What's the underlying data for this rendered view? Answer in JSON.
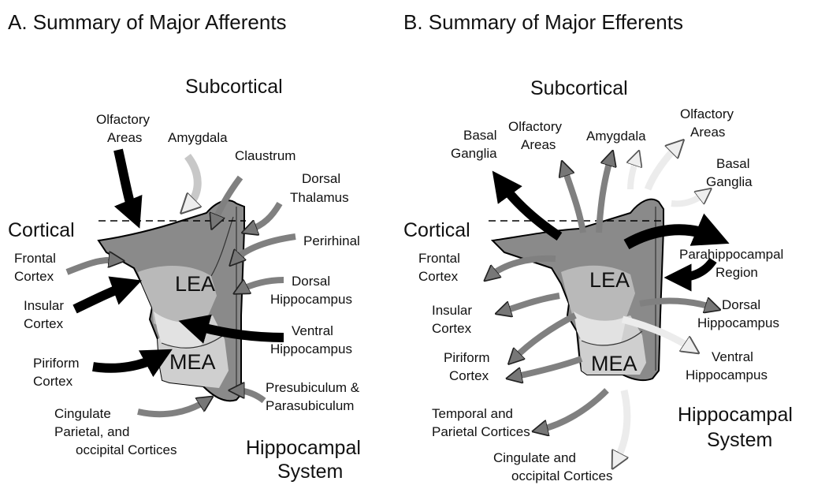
{
  "panel_a": {
    "title": "A. Summary of Major Afferents",
    "subcortical": "Subcortical",
    "cortical": "Cortical",
    "hippocampal_1": "Hippocampal",
    "hippocampal_2": "System",
    "lea": "LEA",
    "mea": "MEA",
    "labels": {
      "olfactory_1": "Olfactory",
      "olfactory_2": "Areas",
      "amygdala": "Amygdala",
      "claustrum": "Claustrum",
      "dorsal_thalamus_1": "Dorsal",
      "dorsal_thalamus_2": "Thalamus",
      "perirhinal": "Perirhinal",
      "frontal_1": "Frontal",
      "frontal_2": "Cortex",
      "dorsal_hippo_1": "Dorsal",
      "dorsal_hippo_2": "Hippocampus",
      "insular_1": "Insular",
      "insular_2": "Cortex",
      "ventral_hippo_1": "Ventral",
      "ventral_hippo_2": "Hippocampus",
      "piriform_1": "Piriform",
      "piriform_2": "Cortex",
      "presub_1": "Presubiculum &",
      "presub_2": "Parasubiculum",
      "cingulate_1": "Cingulate",
      "cingulate_2": "Parietal, and",
      "cingulate_3": "occipital Cortices"
    }
  },
  "panel_b": {
    "title": "B. Summary of Major Efferents",
    "subcortical": "Subcortical",
    "cortical": "Cortical",
    "hippocampal_1": "Hippocampal",
    "hippocampal_2": "System",
    "lea": "LEA",
    "mea": "MEA",
    "labels": {
      "basal_1": "Basal",
      "basal_2": "Ganglia",
      "olfactory_1": "Olfactory",
      "olfactory_2": "Areas",
      "amygdala": "Amygdala",
      "olfactory_r1": "Olfactory",
      "olfactory_r2": "Areas",
      "basal_r1": "Basal",
      "basal_r2": "Ganglia",
      "frontal_1": "Frontal",
      "frontal_2": "Cortex",
      "parahippo_1": "Parahippocampal",
      "parahippo_2": "Region",
      "insular_1": "Insular",
      "insular_2": "Cortex",
      "dorsal_hippo_1": "Dorsal",
      "dorsal_hippo_2": "Hippocampus",
      "piriform_1": "Piriform",
      "piriform_2": "Cortex",
      "ventral_hippo_1": "Ventral",
      "ventral_hippo_2": "Hippocampus",
      "temporal_1": "Temporal and",
      "temporal_2": "Parietal Cortices",
      "cingulate_1": "Cingulate and",
      "cingulate_2": "occipital Cortices"
    }
  }
}
